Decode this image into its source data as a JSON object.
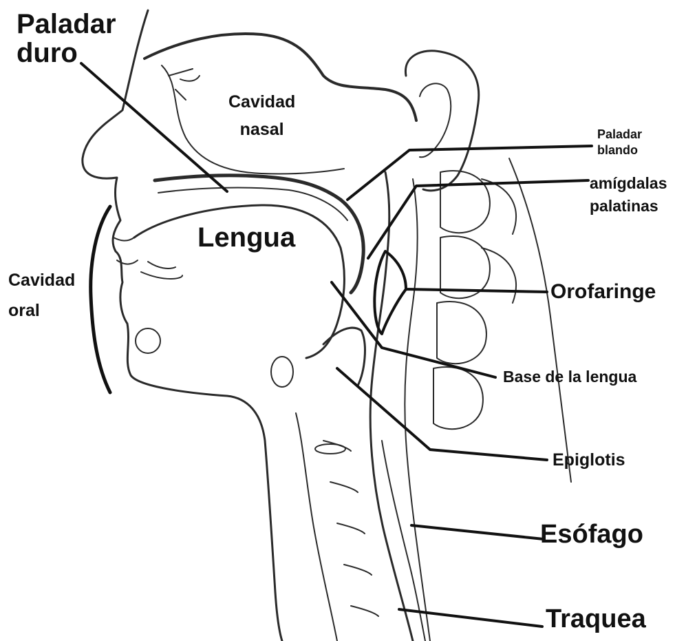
{
  "colors": {
    "ink": "#111111",
    "background": "#ffffff",
    "sketch": "#2a2a2a"
  },
  "labels": {
    "paladar_duro": {
      "line1": "Paladar",
      "line2": "duro"
    },
    "cavidad_nasal": {
      "line1": "Cavidad",
      "line2": "nasal"
    },
    "paladar_blando": {
      "line1": "Paladar",
      "line2": "blando"
    },
    "amigdalas_palatinas": {
      "line1": "amígdalas",
      "line2": "palatinas"
    },
    "lengua": "Lengua",
    "cavidad_oral": {
      "line1": "Cavidad",
      "line2": "oral"
    },
    "orofaringe": "Orofaringe",
    "base_de_la_lengua": "Base de la lengua",
    "epiglotis": "Epiglotis",
    "esofago": "Esófago",
    "traquea": "Traquea"
  }
}
